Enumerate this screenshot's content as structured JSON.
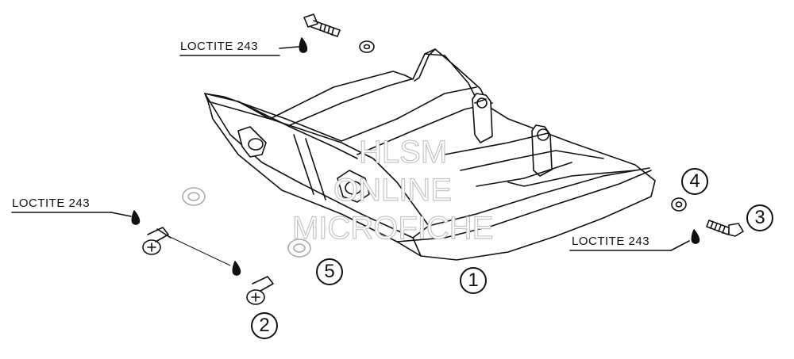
{
  "labels": {
    "loctite_top": "LOCTITE 243",
    "loctite_left": "LOCTITE 243",
    "loctite_right": "LOCTITE 243"
  },
  "callouts": {
    "part_1": "1",
    "part_2": "2",
    "part_3": "3",
    "part_4": "4",
    "part_5": "5"
  },
  "watermark": {
    "line1": "HLSM",
    "line2": "ONLINE",
    "line3": "MICROFICHE"
  }
}
